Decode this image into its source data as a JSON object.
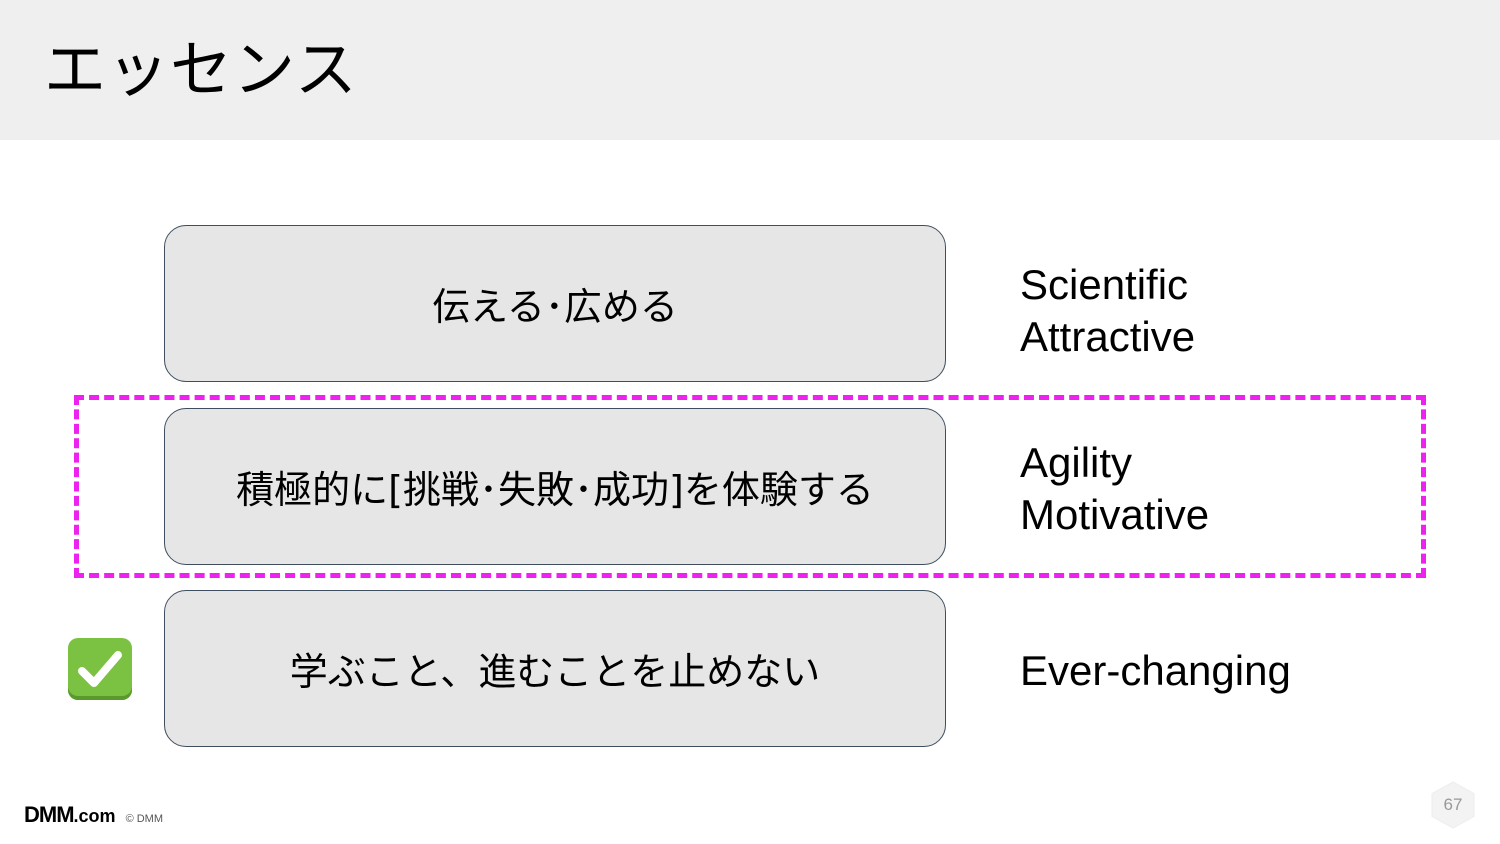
{
  "slide": {
    "title": "エッセンス",
    "boxes": [
      {
        "text": "伝える･広める"
      },
      {
        "text": "積極的に[挑戦･失敗･成功]を体験する"
      },
      {
        "text": "学ぶこと、進むことを止めない"
      }
    ],
    "keywords": [
      [
        "Scientific",
        "Attractive"
      ],
      [
        "Agility",
        "Motivative"
      ],
      [
        "Ever-changing"
      ]
    ],
    "highlight_color": "#ee22ee",
    "check_icon": "check-mark-button-icon",
    "footer": {
      "logo_main": "DMM",
      "logo_suffix": ".com",
      "copyright": "© DMM"
    },
    "page_number": "67"
  }
}
